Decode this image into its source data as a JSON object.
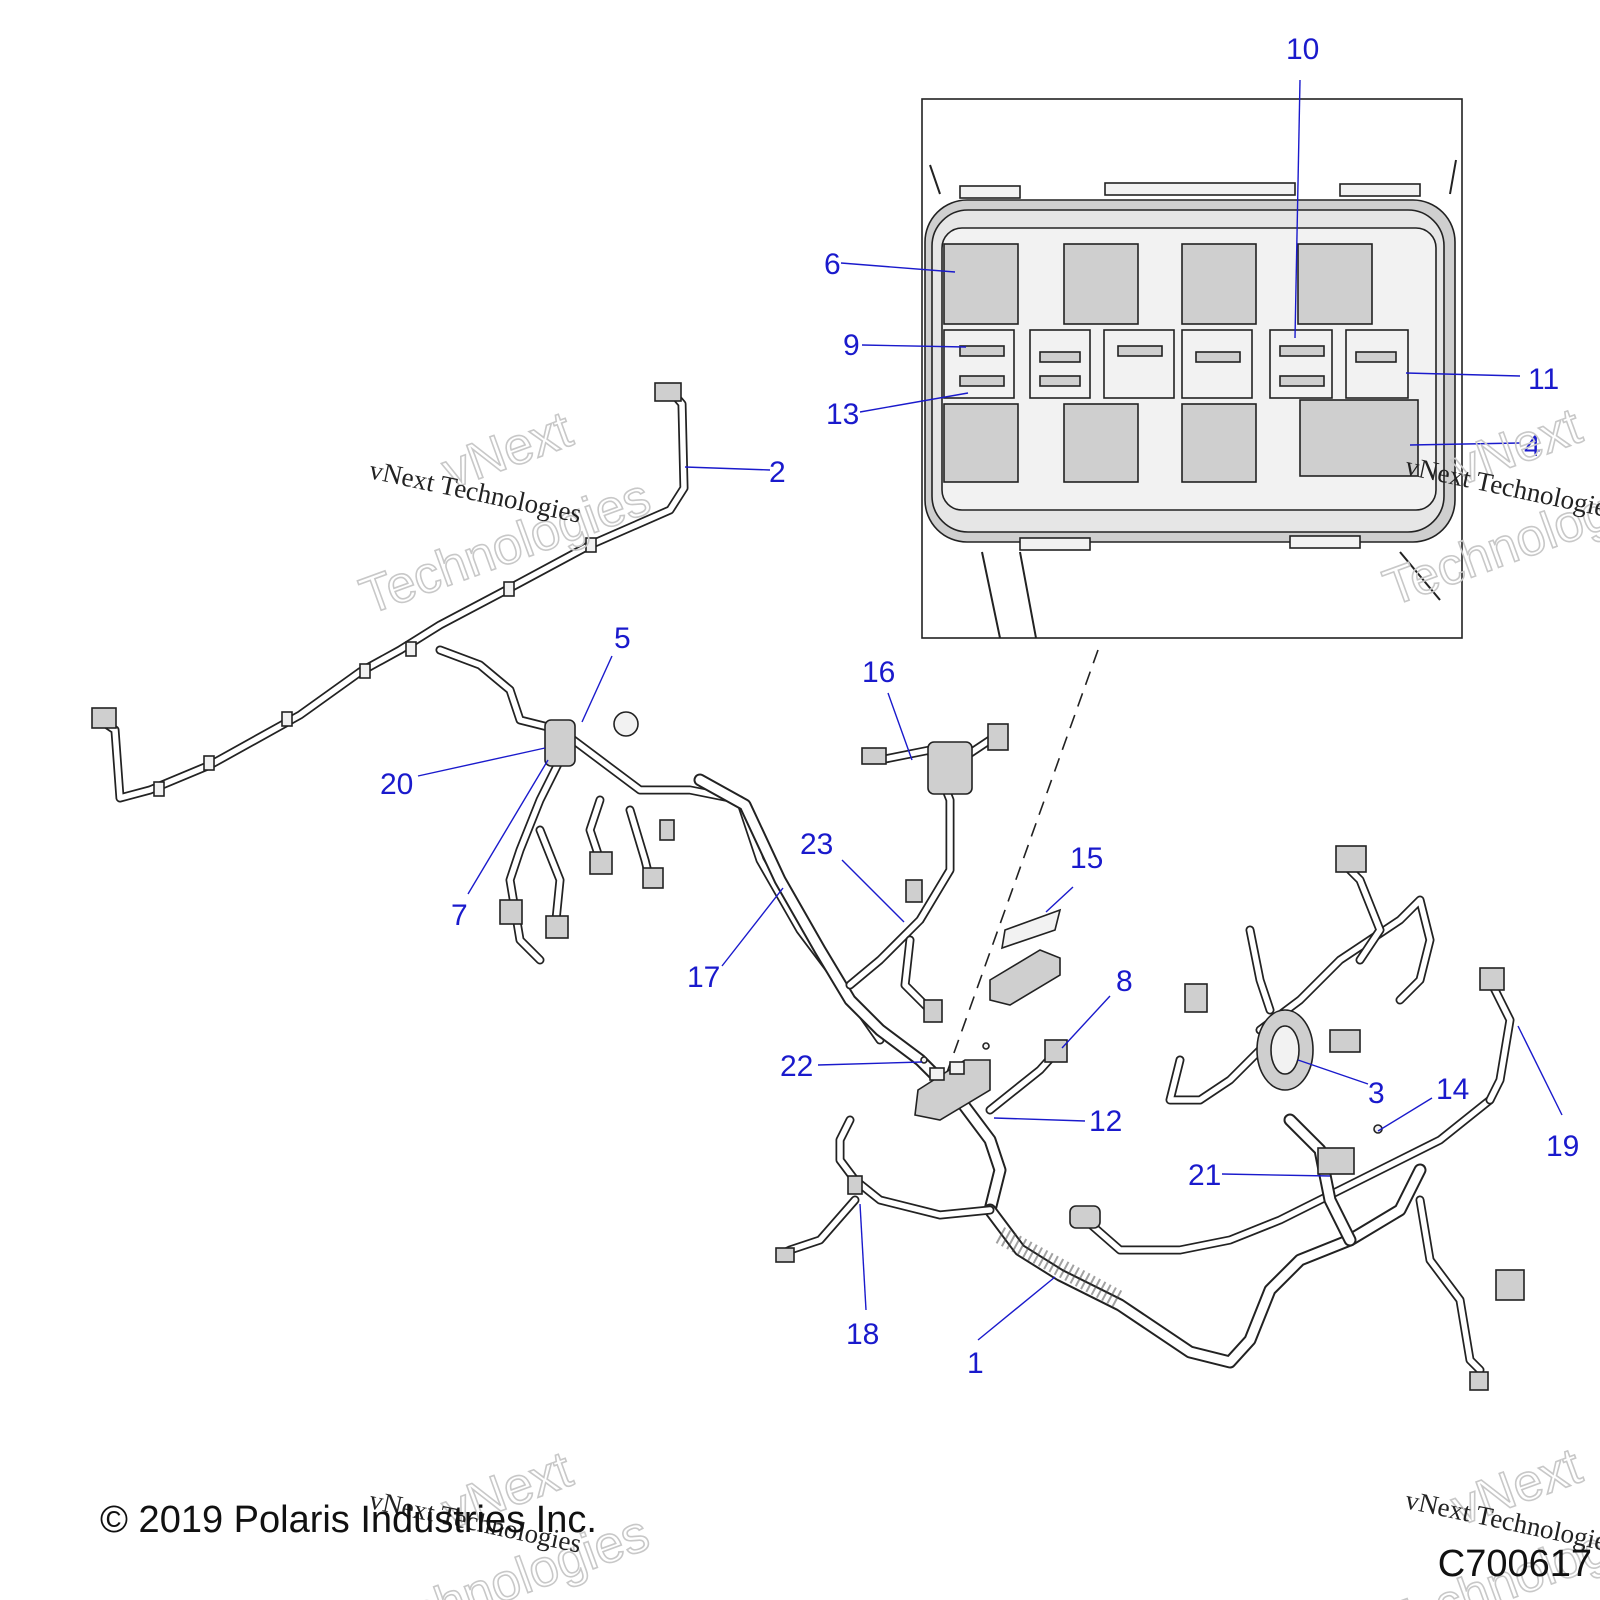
{
  "figure_id": "C700617",
  "copyright": "© 2019 Polaris Industries Inc.",
  "watermark": {
    "line": "vNext Technologies",
    "outline_top": "vNext",
    "outline_bottom": "Technologies"
  },
  "callouts": {
    "c1": "1",
    "c2": "2",
    "c3": "3",
    "c4": "4",
    "c5": "5",
    "c6": "6",
    "c7": "7",
    "c8": "8",
    "c9": "9",
    "c10": "10",
    "c11": "11",
    "c12": "12",
    "c13": "13",
    "c14": "14",
    "c15": "15",
    "c16": "16",
    "c17": "17",
    "c18": "18",
    "c19": "19",
    "c20": "20",
    "c21": "21",
    "c22": "22",
    "c23": "23"
  },
  "colors": {
    "callout": "#1a1acc",
    "line": "#222222",
    "watermark": "#c8c8c8"
  }
}
